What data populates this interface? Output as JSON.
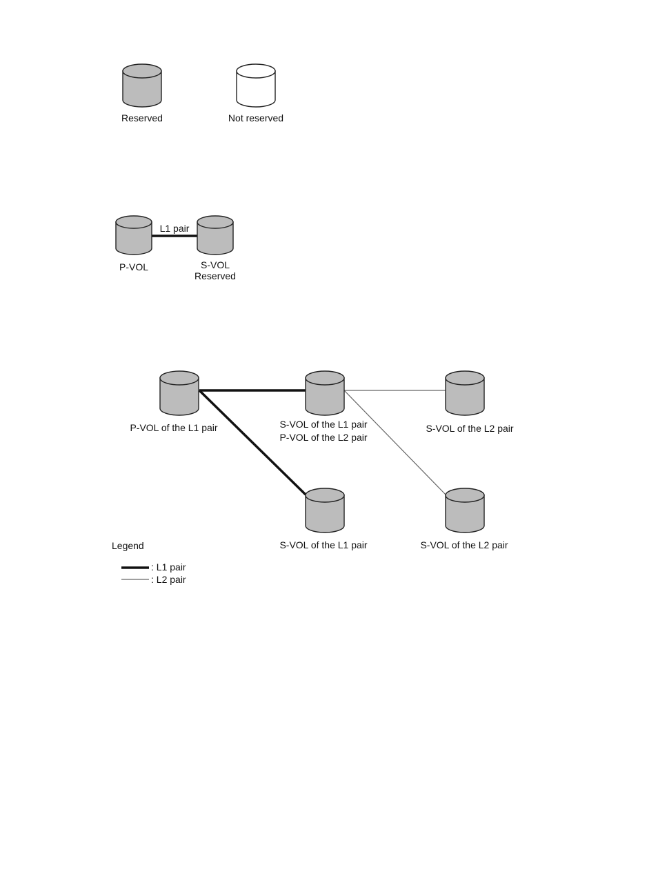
{
  "colors": {
    "reserved_fill": "#bcbcbc",
    "not_reserved_fill": "#ffffff",
    "outline": "#222222",
    "l1_line": "#111111",
    "l2_line": "#666666"
  },
  "volume_states": {
    "reserved": "Reserved",
    "not_reserved": "Not reserved"
  },
  "simple_pair": {
    "connection_label": "L1 pair",
    "pvol_label": "P-VOL",
    "svol_label": "S-VOL",
    "svol_state": "Reserved"
  },
  "cascade": {
    "root_label": "P-VOL of the L1 pair",
    "middle_label_line1": "S-VOL of the L1 pair",
    "middle_label_line2": "P-VOL of the L2 pair",
    "right_top_label": "S-VOL of the L2 pair",
    "bottom_middle_label": "S-VOL of the L1 pair",
    "bottom_right_label": "S-VOL of the L2 pair"
  },
  "legend": {
    "title": "Legend",
    "l1_item": ": L1 pair",
    "l2_item": ": L2 pair"
  }
}
